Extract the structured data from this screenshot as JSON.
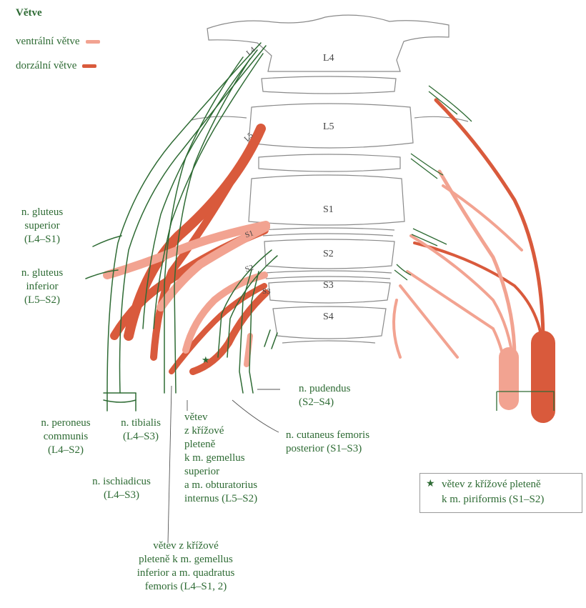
{
  "legend": {
    "title": "Větve",
    "ventral": {
      "label": "ventrální větve",
      "color": "#f2a391"
    },
    "dorsal": {
      "label": "dorzální větve",
      "color": "#d95a3c"
    }
  },
  "vertebrae": [
    "L4",
    "L5",
    "S1",
    "S2",
    "S3",
    "S4"
  ],
  "roots": [
    "L4",
    "L5",
    "S1",
    "S2",
    "S3"
  ],
  "labels": {
    "gluteus_superior": [
      "n. gluteus",
      "superior",
      "(L4–S1)"
    ],
    "gluteus_inferior": [
      "n. gluteus",
      "inferior",
      "(L5–S2)"
    ],
    "peroneus": [
      "n. peroneus",
      "communis",
      "(L4–S2)"
    ],
    "tibialis": [
      "n. tibialis",
      "(L4–S3)"
    ],
    "ischiadicus": [
      "n. ischiadicus",
      "(L4–S3)"
    ],
    "gemellus_superior": [
      "větev",
      "z křížové",
      "pleteně",
      "k m. gemellus",
      "superior",
      "a m. obturatorius",
      "internus (L5–S2)"
    ],
    "pudendus": [
      "n. pudendus",
      "(S2–S4)"
    ],
    "cutaneus": [
      "n. cutaneus femoris",
      "posterior (S1–S3)"
    ],
    "gemellus_inferior": [
      "větev z křížové",
      "pleteně k m. gemellus",
      "inferior a m. quadratus",
      "femoris (L4–S1, 2)"
    ],
    "piriformis": [
      "větev z křížové pleteně",
      "k m. piriformis (S1–S2)"
    ]
  },
  "star_symbol": "★",
  "colors": {
    "outline": "#2e6b34",
    "bone": "#8a8a8a"
  }
}
